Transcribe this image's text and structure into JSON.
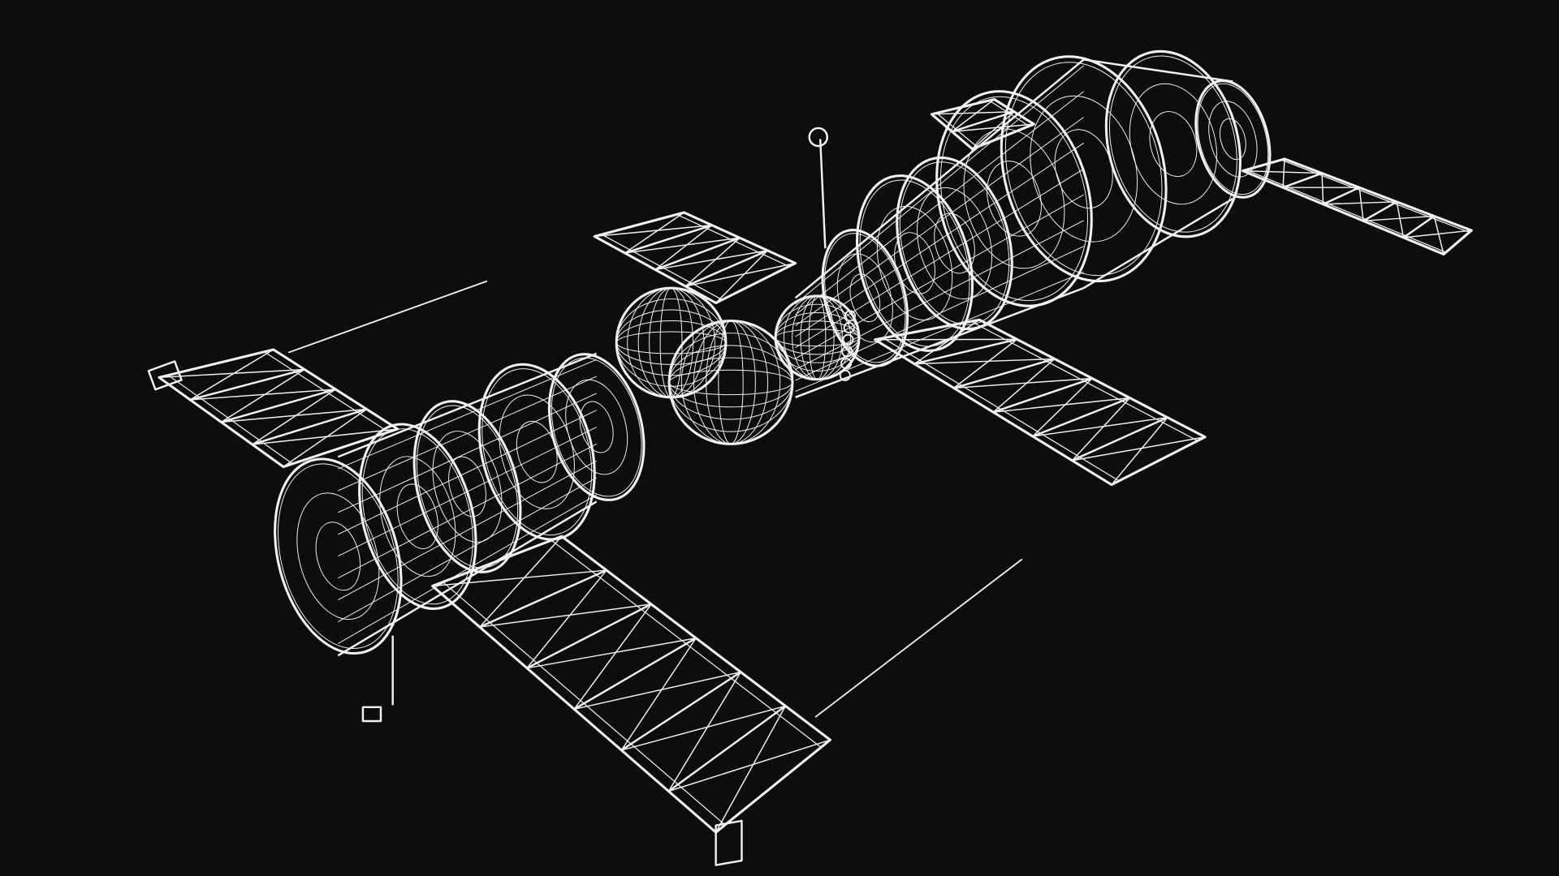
{
  "scene": {
    "subject": "wireframe-space-station",
    "background_color": "#0d0d0d",
    "line_color": "#f2f2f2",
    "solar_panel_count": 6,
    "antenna_line_count": 2
  }
}
